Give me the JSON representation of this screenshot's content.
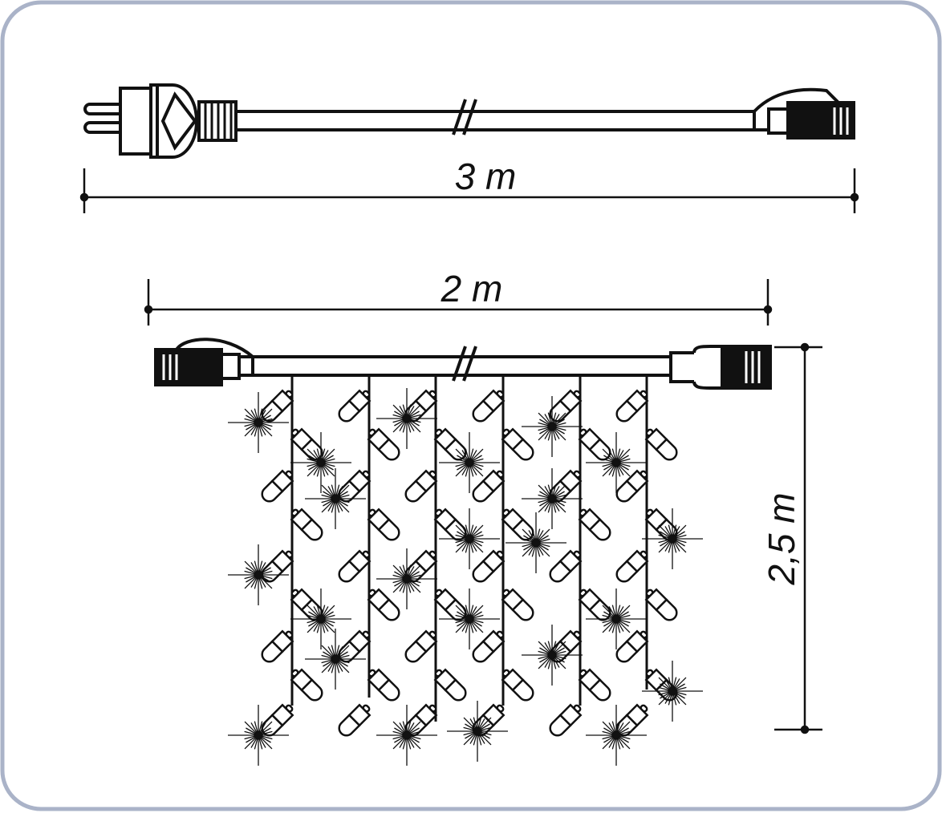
{
  "dimensions": {
    "cable_length": "3 m",
    "curtain_width": "2 m",
    "curtain_height": "2,5 m"
  },
  "colors": {
    "frame": "#aab3c8",
    "line": "#111111"
  }
}
